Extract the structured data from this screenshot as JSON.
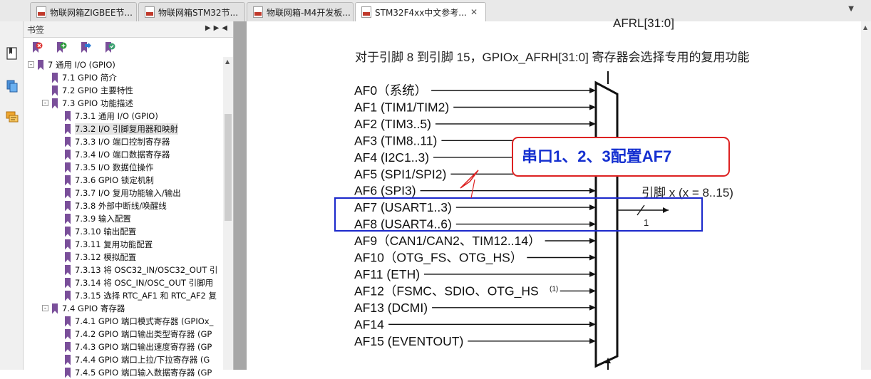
{
  "tabs": [
    {
      "label": "物联网箱ZIGBEE节...",
      "active": false
    },
    {
      "label": "物联网箱STM32节...",
      "active": false
    },
    {
      "label": "物联网箱-M4开发板...",
      "active": false
    },
    {
      "label": "STM32F4xx中文参考...",
      "active": true
    }
  ],
  "tab_close_glyph": "✕",
  "bookmarks": {
    "title": "书签",
    "tree": [
      {
        "label": "7 通用 I/O (GPIO)",
        "level": 0,
        "expander": "-"
      },
      {
        "label": "7.1 GPIO 简介",
        "level": 1
      },
      {
        "label": "7.2 GPIO 主要特性",
        "level": 1
      },
      {
        "label": "7.3 GPIO 功能描述",
        "level": 1,
        "expander": "-"
      },
      {
        "label": "7.3.1 通用 I/O (GPIO)",
        "level": 2
      },
      {
        "label": "7.3.2 I/O 引脚复用器和映射",
        "level": 2,
        "selected": true
      },
      {
        "label": "7.3.3 I/O 端口控制寄存器",
        "level": 2
      },
      {
        "label": "7.3.4 I/O 端口数据寄存器",
        "level": 2
      },
      {
        "label": "7.3.5 I/O 数据位操作",
        "level": 2
      },
      {
        "label": "7.3.6 GPIO 锁定机制",
        "level": 2
      },
      {
        "label": "7.3.7 I/O 复用功能输入/输出",
        "level": 2
      },
      {
        "label": "7.3.8 外部中断线/唤醒线",
        "level": 2
      },
      {
        "label": "7.3.9 输入配置",
        "level": 2
      },
      {
        "label": "7.3.10 输出配置",
        "level": 2
      },
      {
        "label": "7.3.11 复用功能配置",
        "level": 2
      },
      {
        "label": "7.3.12 模拟配置",
        "level": 2
      },
      {
        "label": "7.3.13 将 OSC32_IN/OSC32_OUT 引",
        "level": 2
      },
      {
        "label": "7.3.14 将 OSC_IN/OSC_OUT 引脚用",
        "level": 2
      },
      {
        "label": "7.3.15 选择 RTC_AF1 和 RTC_AF2 复",
        "level": 2
      },
      {
        "label": "7.4 GPIO 寄存器",
        "level": 1,
        "expander": "-"
      },
      {
        "label": "7.4.1 GPIO 端口模式寄存器 (GPIOx_",
        "level": 2
      },
      {
        "label": "7.4.2 GPIO 端口输出类型寄存器 (GP",
        "level": 2
      },
      {
        "label": "7.4.3 GPIO 端口输出速度寄存器 (GP",
        "level": 2
      },
      {
        "label": "7.4.4 GPIO 端口上拉/下拉寄存器 (G",
        "level": 2
      },
      {
        "label": "7.4.5 GPIO 端口输入数据寄存器 (GP",
        "level": 2
      }
    ]
  },
  "document": {
    "top_label": "AFRL[31:0]",
    "caption": "对于引脚 8 到引脚 15，GPIOx_AFRH[31:0] 寄存器会选择专用的复用功能",
    "af_list": [
      "AF0（系统）",
      "AF1 (TIM1/TIM2)",
      "AF2 (TIM3..5)",
      "AF3 (TIM8..11)",
      "AF4 (I2C1..3)",
      "AF5 (SPI1/SPI2)",
      "AF6 (SPI3)",
      "AF7 (USART1..3)",
      "AF8 (USART4..6)",
      "AF9（CAN1/CAN2、TIM12..14）",
      "AF10（OTG_FS、OTG_HS）",
      "AF11 (ETH)",
      "AF12（FSMC、SDIO、OTG_HS",
      "AF13 (DCMI)",
      "AF14",
      "AF15 (EVENTOUT)"
    ],
    "af12_superscript": "(1)",
    "callout_text": "串口1、2、3配置AF7",
    "pin_label": "引脚 x (x = 8..15)",
    "bus_width": "1"
  },
  "colors": {
    "highlight_box": "#1f2ccc",
    "callout_border": "#dd2222",
    "callout_text": "#1530d0",
    "flag": "#7a4f9a"
  }
}
